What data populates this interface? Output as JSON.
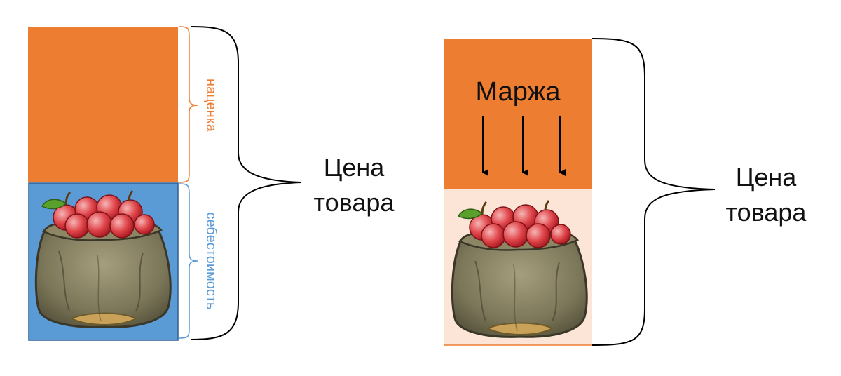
{
  "left": {
    "markup_label": "наценка",
    "cost_label": "себестоимость",
    "price_line1": "Цена",
    "price_line2": "товара"
  },
  "right": {
    "margin_label": "Маржа",
    "price_line1": "Цена",
    "price_line2": "товара"
  },
  "colors": {
    "markup_orange": "#ED7D31",
    "cost_blue": "#5B9BD5",
    "cost_light": "#FCE4D6",
    "brace_black": "#000000"
  },
  "icons": {
    "left_block": "apple-sack-icon",
    "right_block": "apple-sack-icon",
    "arrows": "down-arrow-icon"
  }
}
